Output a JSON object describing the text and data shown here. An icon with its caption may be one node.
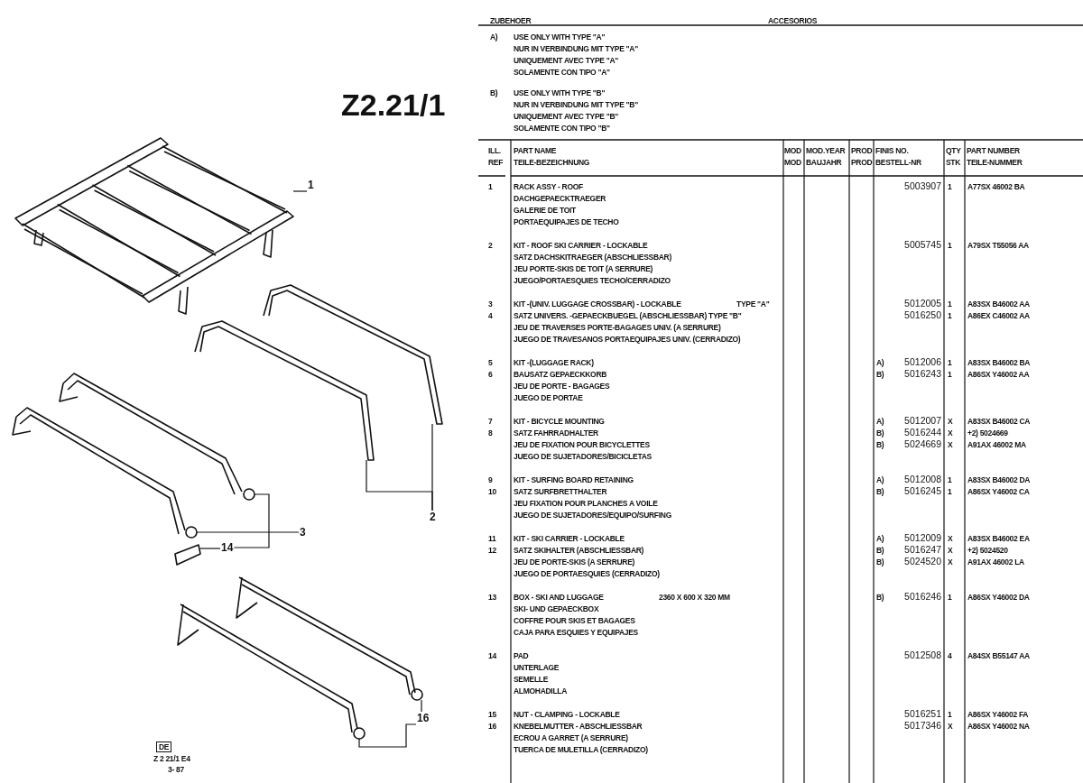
{
  "diagram": {
    "nodes": [
      {
        "text": [
          "1"
        ]
      },
      {
        "text": [
          "2"
        ]
      },
      {
        "text": [
          "3"
        ]
      },
      {
        "text": [
          "14"
        ]
      },
      {
        "text": [
          "16"
        ]
      },
      {
        "text": [],
        "shape": "picture"
      },
      {
        "text": [],
        "shape": "picture"
      },
      {
        "text": [],
        "shape": "picture"
      },
      {
        "text": [],
        "shape": "picture"
      },
      {
        "text": [],
        "shape": "picture"
      },
      {
        "text": [],
        "shape": "picture"
      },
      {
        "text": [],
        "shape": "picture"
      },
      {
        "text": [],
        "shape": "picture"
      }
    ],
    "edges": [
      {
        "from": 0,
        "to": 5,
        "arrow": "none"
      },
      {
        "from": 1,
        "to": 6,
        "arrow": "none"
      },
      {
        "from": 1,
        "to": 7,
        "arrow": "none"
      },
      {
        "from": 2,
        "to": 9,
        "arrow": "none"
      },
      {
        "from": 3,
        "to": 10,
        "arrow": "none"
      },
      {
        "from": 3,
        "to": 8,
        "arrow": "none"
      },
      {
        "from": 4,
        "to": 11,
        "arrow": "none"
      },
      {
        "from": 4,
        "to": 12,
        "arrow": "none"
      }
    ],
    "labels": [
      "ZUBEHOER",
      "ACCESORIOS",
      "A)",
      "USE ONLY WITH TYPE \"A\"",
      "NUR IN VERBINDUNG MIT TYPE \"A\"",
      "UNIQUEMENT AVEC TYPE \"A\"",
      "SOLAMENTE CON TIPO \"A\"",
      "Z2.21/1",
      "B)",
      "USE ONLY WITH TYPE \"B\"",
      "NUR IN VERBINDUNG MIT TYPE \"B\"",
      "UNIQUEMENT AVEC TYPE \"B\"",
      "SOLAMENTE CON TIPO \"B\"",
      "ILL.",
      "PART NAME",
      "MOD",
      "MOD.YEAR",
      "PROD",
      "FINIS NO.",
      "QTY",
      "PART NUMBER",
      "REF",
      "TEILE-BEZEICHNUNG",
      "MOD",
      "BAUJAHR",
      "PROD",
      "BESTELL-NR",
      "STK",
      "TEILE-NUMMER",
      "1",
      "RACK ASSY - ROOF",
      "5003907",
      "1",
      "A77SX 46002 BA",
      "DACHGEPAECKTRAEGER",
      "GALERIE DE TOIT",
      "PORTAEQUIPAJES DE TECHO",
      "2",
      "KIT - ROOF SKI CARRIER - LOCKABLE",
      "5005745",
      "1",
      "A79SX T55056 AA",
      "SATZ DACHSKITRAEGER (ABSCHLIESSBAR)",
      "JEU PORTE-SKIS DE TOIT (A SERRURE)",
      "JUEGO/PORTAESQUIES TECHO/CERRADIZO",
      "3",
      "KIT -(UNIV. LUGGAGE CROSSBAR) - LOCKABLE",
      "TYPE \"A\"",
      "5012005",
      "1",
      "A83SX B46002 AA",
      "4",
      "SATZ UNIVERS. -GEPAECKBUEGEL (ABSCHLIESSBAR) TYPE \"B\"",
      "5016250",
      "1",
      "A86EX C46002 AA",
      "JEU DE TRAVERSES PORTE-BAGAGES UNIV. (A SERRURE)",
      "JUEGO DE TRAVESANOS PORTAEQUIPAJES UNIV. (CERRADIZO)",
      "5",
      "KIT -(LUGGAGE RACK)",
      "A)",
      "5012006",
      "1",
      "A83SX B46002 BA",
      "6",
      "BAUSATZ GEPAECKKORB",
      "B)",
      "5016243",
      "1",
      "A86SX Y46002 AA",
      "JEU DE PORTE - BAGAGES",
      "JUEGO DE PORTAE",
      "7",
      "KIT - BICYCLE MOUNTING",
      "A)",
      "5012007",
      "X",
      "A83SX B46002 CA",
      "8",
      "SATZ FAHRRADHALTER",
      "B)",
      "5016244",
      "X",
      "+2) 5024669",
      "JEU DE FIXATION POUR BICYCLETTES",
      "B)",
      "5024669",
      "X",
      "A91AX 46002 MA",
      "JUEGO DE SUJETADORES/BICICLETAS",
      "9",
      "KIT - SURFING BOARD RETAINING",
      "A)",
      "5012008",
      "1",
      "A83SX B46002 DA",
      "10",
      "SATZ SURFBRETTHALTER",
      "B)",
      "5016245",
      "1",
      "A86SX Y46002 CA",
      "JEU FIXATION POUR PLANCHES A VOILE",
      "JUEGO DE SUJETADORES/EQUIPO/SURFING",
      "11",
      "KIT - SKI CARRIER - LOCKABLE",
      "A)",
      "5012009",
      "X",
      "A83SX B46002 EA",
      "12",
      "SATZ SKIHALTER (ABSCHLIESSBAR)",
      "B)",
      "5016247",
      "X",
      "+2) 5024520",
      "JEU DE PORTE-SKIS (A SERRURE)",
      "B)",
      "5024520",
      "X",
      "A91AX 46002 LA",
      "JUEGO DE PORTAESQUIES (CERRADIZO)",
      "13",
      "BOX - SKI AND LUGGAGE",
      "2360 X 600 X 320 MM",
      "B)",
      "5016246",
      "1",
      "A86SX Y46002 DA",
      "SKI- UND GEPAECKBOX",
      "COFFRE POUR SKIS ET BAGAGES",
      "CAJA PARA ESQUIES Y EQUIPAJES",
      "14",
      "PAD",
      "5012508",
      "4",
      "A84SX B55147 AA",
      "UNTERLAGE",
      "SEMELLE",
      "ALMOHADILLA",
      "15",
      "NUT - CLAMPING - LOCKABLE",
      "5016251",
      "1",
      "A86SX Y46002 FA",
      "16",
      "KNEBELMUTTER - ABSCHLIESSBAR",
      "5017346",
      "X",
      "A86SX Y46002 NA",
      "ECROU A GARRET (A SERRURE)",
      "TUERCA DE MULETILLA (CERRADIZO)",
      "DE",
      "Z 2 21/1 E4",
      "3- 87"
    ]
  }
}
